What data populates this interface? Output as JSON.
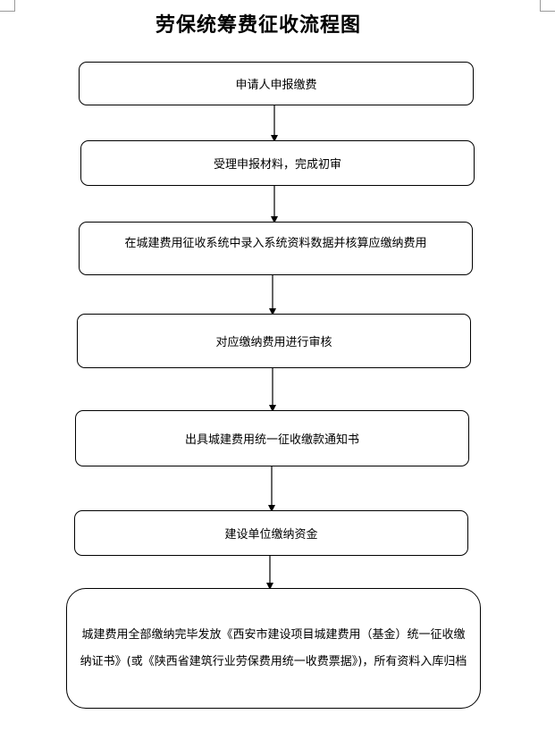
{
  "title": "劳保统筹费征收流程图",
  "steps": [
    {
      "label": "申请人申报缴费"
    },
    {
      "label": "受理申报材料，完成初审"
    },
    {
      "label": "在城建费用征收系统中录入系统资料数据并核算应缴纳费用"
    },
    {
      "label": "对应缴纳费用进行审核"
    },
    {
      "label": "出具城建费用统一征收缴款通知书"
    },
    {
      "label": "建设单位缴纳资金"
    },
    {
      "label": "城建费用全部缴纳完毕发放《西安市建设项目城建费用（基金）统一征收缴纳证书》(或《陕西省建筑行业劳保费用统一收费票据》)，所有资料入库归档"
    }
  ]
}
